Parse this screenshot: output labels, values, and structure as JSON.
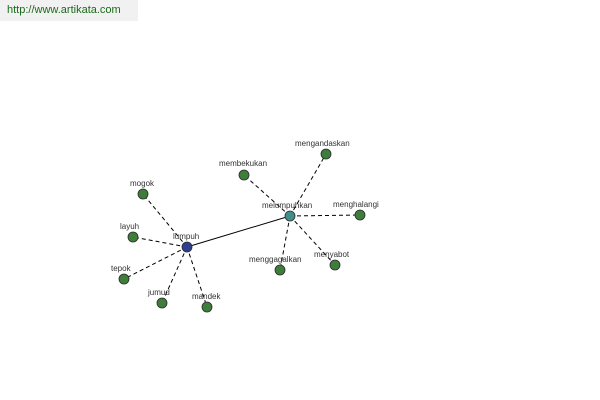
{
  "source": {
    "link_text": "http://www.artikata.com"
  },
  "colors": {
    "hub_lumpuh": "#2f3f8f",
    "hub_melumpuhkan": "#3f8f8a",
    "leaf": "#3e7d3a",
    "link_text": "#1a6b1a"
  },
  "graph": {
    "nodes": [
      {
        "id": "lumpuh",
        "label": "lumpuh",
        "kind": "hub",
        "color": "#2f3f8f"
      },
      {
        "id": "melumpuhkan",
        "label": "melumpuhkan",
        "kind": "hub",
        "color": "#3f8f8a"
      },
      {
        "id": "mogok",
        "label": "mogok",
        "kind": "leaf",
        "color": "#3e7d3a"
      },
      {
        "id": "layuh",
        "label": "layuh",
        "kind": "leaf",
        "color": "#3e7d3a"
      },
      {
        "id": "tepok",
        "label": "tepok",
        "kind": "leaf",
        "color": "#3e7d3a"
      },
      {
        "id": "jumud",
        "label": "jumud",
        "kind": "leaf",
        "color": "#3e7d3a"
      },
      {
        "id": "mandek",
        "label": "mandek",
        "kind": "leaf",
        "color": "#3e7d3a"
      },
      {
        "id": "membekukan",
        "label": "membekukan",
        "kind": "leaf",
        "color": "#3e7d3a"
      },
      {
        "id": "mengandaskan",
        "label": "mengandaskan",
        "kind": "leaf",
        "color": "#3e7d3a"
      },
      {
        "id": "menghalangi",
        "label": "menghalangi",
        "kind": "leaf",
        "color": "#3e7d3a"
      },
      {
        "id": "menyabot",
        "label": "menyabot",
        "kind": "leaf",
        "color": "#3e7d3a"
      },
      {
        "id": "menggagalkan",
        "label": "menggagalkan",
        "kind": "leaf",
        "color": "#3e7d3a"
      }
    ],
    "edges": [
      {
        "from": "lumpuh",
        "to": "melumpuhkan",
        "style": "solid"
      },
      {
        "from": "lumpuh",
        "to": "mogok",
        "style": "dashed"
      },
      {
        "from": "lumpuh",
        "to": "layuh",
        "style": "dashed"
      },
      {
        "from": "lumpuh",
        "to": "tepok",
        "style": "dashed"
      },
      {
        "from": "lumpuh",
        "to": "jumud",
        "style": "dashed"
      },
      {
        "from": "lumpuh",
        "to": "mandek",
        "style": "dashed"
      },
      {
        "from": "melumpuhkan",
        "to": "membekukan",
        "style": "dashed"
      },
      {
        "from": "melumpuhkan",
        "to": "mengandaskan",
        "style": "dashed"
      },
      {
        "from": "melumpuhkan",
        "to": "menghalangi",
        "style": "dashed"
      },
      {
        "from": "melumpuhkan",
        "to": "menyabot",
        "style": "dashed"
      },
      {
        "from": "melumpuhkan",
        "to": "menggagalkan",
        "style": "dashed"
      }
    ]
  }
}
